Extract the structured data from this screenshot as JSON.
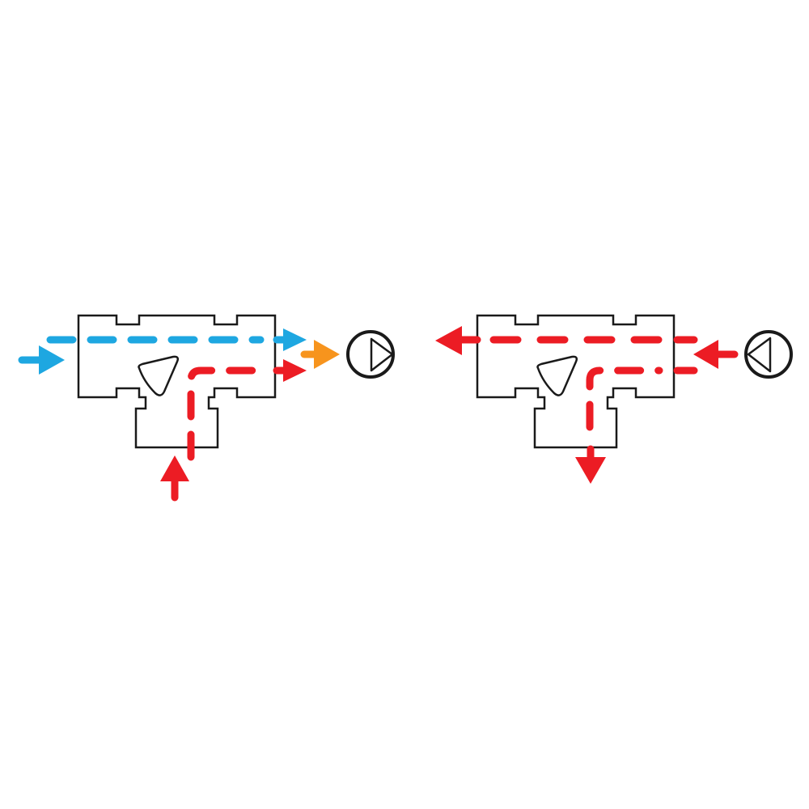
{
  "diagram": {
    "title": "",
    "left_valve": {
      "mode": "mixing",
      "inlets": [
        "cold",
        "hot"
      ],
      "outlet": "mixed-to-pump"
    },
    "right_valve": {
      "mode": "diverting",
      "inlet": "from-pump",
      "outlets": [
        "left",
        "bottom"
      ]
    }
  },
  "colors": {
    "cold": "#1ea7e1",
    "hot": "#ec1c24",
    "mixed": "#f7941d",
    "outline": "#1a1a1a"
  },
  "icons": {
    "pump_left": "pump-right-icon",
    "pump_right": "pump-left-icon"
  }
}
